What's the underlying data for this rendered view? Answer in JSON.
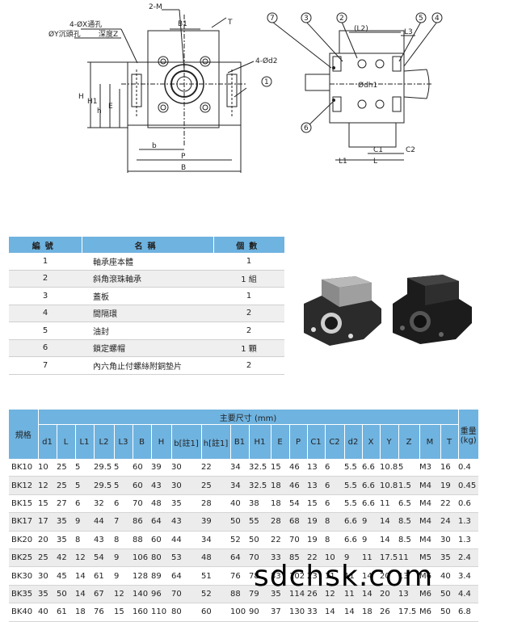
{
  "drawing": {
    "labels": {
      "x_hole": "4-ØX通孔",
      "y_hole": "ØY沉頭孔",
      "depth": "深度Z",
      "two_m": "2-M",
      "b1": "B1",
      "t": "T",
      "d2": "4-Ød2",
      "h": "H",
      "h1": "H1",
      "h_small": "h",
      "e": "E",
      "b_small": "b",
      "p": "P",
      "b_big": "B",
      "l2": "(L2)",
      "l3": "L3",
      "dh1": "Ødh1",
      "c1": "C1",
      "c2": "C2",
      "l1": "L1",
      "l": "L"
    },
    "callouts": [
      "1",
      "2",
      "3",
      "4",
      "5",
      "6",
      "7"
    ]
  },
  "parts_table": {
    "headers": [
      "編號",
      "名稱",
      "個數"
    ],
    "rows": [
      {
        "no": "1",
        "name": "軸承座本體",
        "qty": "1"
      },
      {
        "no": "2",
        "name": "斜角滾珠軸承",
        "qty": "1 組"
      },
      {
        "no": "3",
        "name": "蓋板",
        "qty": "1"
      },
      {
        "no": "4",
        "name": "間隔環",
        "qty": "2"
      },
      {
        "no": "5",
        "name": "油封",
        "qty": "2"
      },
      {
        "no": "6",
        "name": "鎖定螺帽",
        "qty": "1 顆"
      },
      {
        "no": "7",
        "name": "內六角止付螺絲附銅墊片",
        "qty": "2"
      }
    ]
  },
  "dims_table": {
    "spec_label": "規格",
    "group_label": "主要尺寸 (mm)",
    "weight_label": "重量(kg)",
    "columns": [
      "d1",
      "L",
      "L1",
      "L2",
      "L3",
      "B",
      "H",
      "b[註1]",
      "h[註1]",
      "B1",
      "H1",
      "E",
      "P",
      "C1",
      "C2",
      "d2",
      "X",
      "Y",
      "Z",
      "M",
      "T"
    ],
    "rows": [
      [
        "BK10",
        "10",
        "25",
        "5",
        "29.5",
        "5",
        "60",
        "39",
        "30",
        "22",
        "34",
        "32.5",
        "15",
        "46",
        "13",
        "6",
        "5.5",
        "6.6",
        "10.8",
        "5",
        "M3",
        "16",
        "0.4"
      ],
      [
        "BK12",
        "12",
        "25",
        "5",
        "29.5",
        "5",
        "60",
        "43",
        "30",
        "25",
        "34",
        "32.5",
        "18",
        "46",
        "13",
        "6",
        "5.5",
        "6.6",
        "10.8",
        "1.5",
        "M4",
        "19",
        "0.45"
      ],
      [
        "BK15",
        "15",
        "27",
        "6",
        "32",
        "6",
        "70",
        "48",
        "35",
        "28",
        "40",
        "38",
        "18",
        "54",
        "15",
        "6",
        "5.5",
        "6.6",
        "11",
        "6.5",
        "M4",
        "22",
        "0.6"
      ],
      [
        "BK17",
        "17",
        "35",
        "9",
        "44",
        "7",
        "86",
        "64",
        "43",
        "39",
        "50",
        "55",
        "28",
        "68",
        "19",
        "8",
        "6.6",
        "9",
        "14",
        "8.5",
        "M4",
        "24",
        "1.3"
      ],
      [
        "BK20",
        "20",
        "35",
        "8",
        "43",
        "8",
        "88",
        "60",
        "44",
        "34",
        "52",
        "50",
        "22",
        "70",
        "19",
        "8",
        "6.6",
        "9",
        "14",
        "8.5",
        "M4",
        "30",
        "1.3"
      ],
      [
        "BK25",
        "25",
        "42",
        "12",
        "54",
        "9",
        "106",
        "80",
        "53",
        "48",
        "64",
        "70",
        "33",
        "85",
        "22",
        "10",
        "9",
        "11",
        "17.5",
        "11",
        "M5",
        "35",
        "2.4"
      ],
      [
        "BK30",
        "30",
        "45",
        "14",
        "61",
        "9",
        "128",
        "89",
        "64",
        "51",
        "76",
        "78",
        "33",
        "102",
        "23",
        "11",
        "11",
        "14",
        "20",
        "13",
        "M6",
        "40",
        "3.4"
      ],
      [
        "BK35",
        "35",
        "50",
        "14",
        "67",
        "12",
        "140",
        "96",
        "70",
        "52",
        "88",
        "79",
        "35",
        "114",
        "26",
        "12",
        "11",
        "14",
        "20",
        "13",
        "M6",
        "50",
        "4.4"
      ],
      [
        "BK40",
        "40",
        "61",
        "18",
        "76",
        "15",
        "160",
        "110",
        "80",
        "60",
        "100",
        "90",
        "37",
        "130",
        "33",
        "14",
        "14",
        "18",
        "26",
        "17.5",
        "M6",
        "50",
        "6.8"
      ]
    ]
  },
  "watermark": "sdchsk.com",
  "colors": {
    "header_blue": "#6fb3e0",
    "alt_row": "#efefef"
  }
}
